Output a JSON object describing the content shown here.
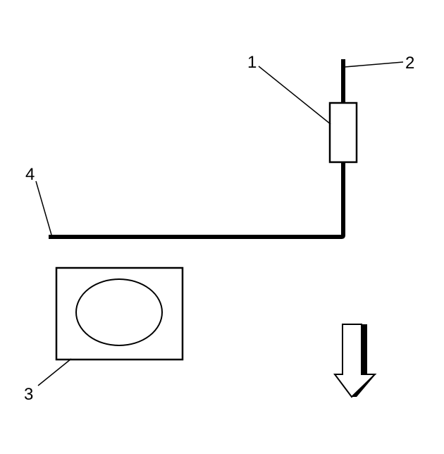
{
  "callouts": {
    "c1": "1",
    "c2": "2",
    "c3": "3",
    "c4": "4"
  },
  "colors": {
    "ink": "#000000",
    "paper": "#ffffff"
  },
  "icons": {
    "direction": "arrow-down-icon"
  }
}
